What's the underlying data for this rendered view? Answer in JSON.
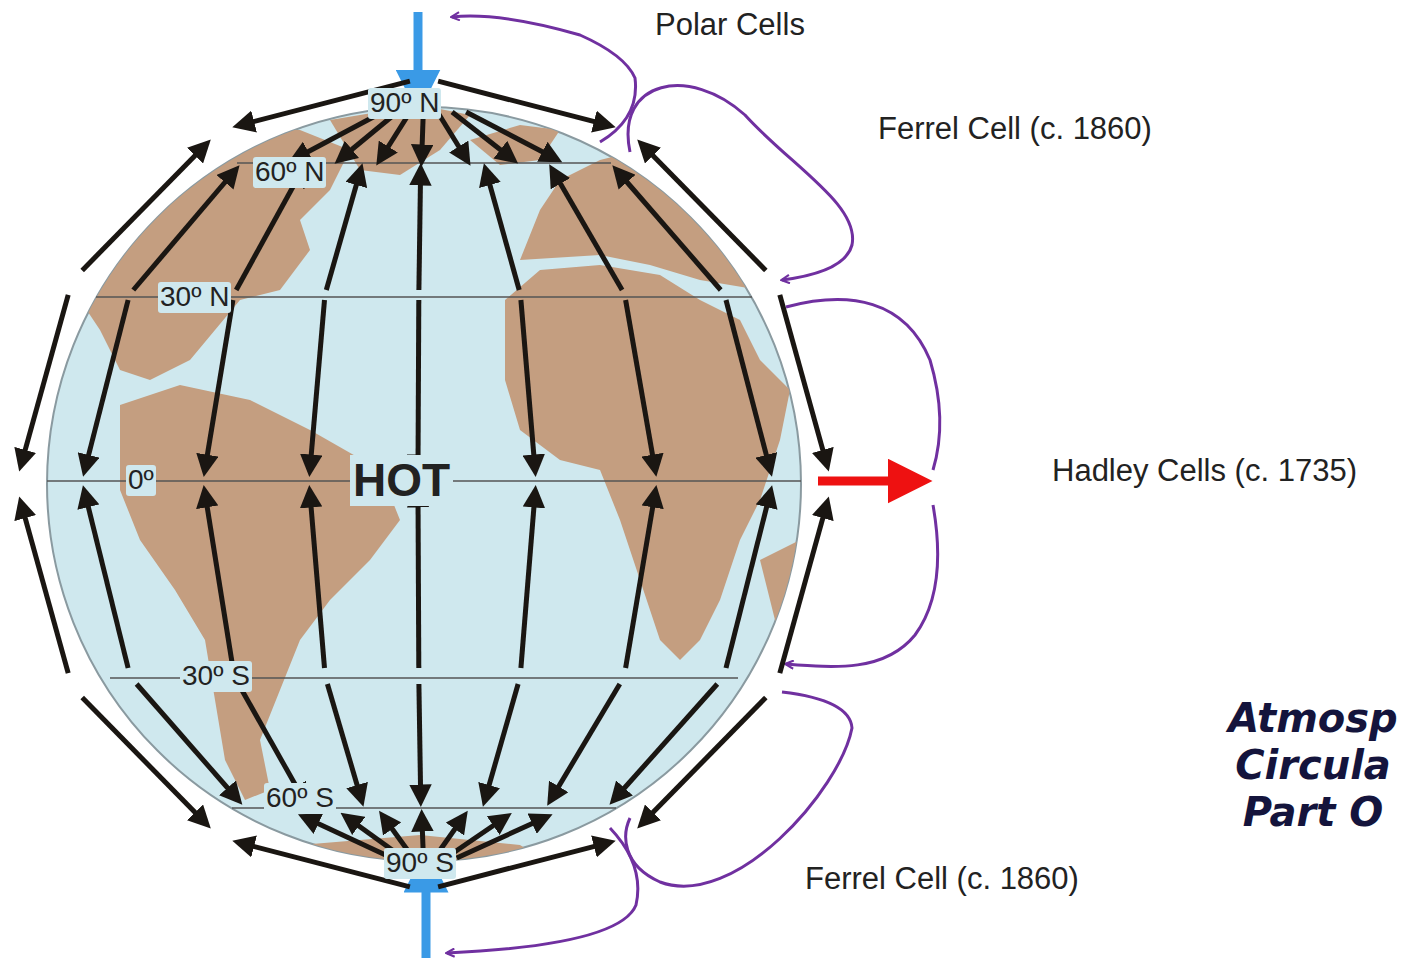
{
  "diagram": {
    "title": "Atmosp Circula Part O",
    "labels": [
      "Polar Cells",
      "Ferrel Cell (c. 1860)",
      "90º N",
      "60º N",
      "30º N",
      "Hadley Cells (c. 1735)",
      "0º",
      "HOT",
      "30º S",
      "60º S",
      "90º S",
      "Ferrel Cell (c. 1860)"
    ]
  }
}
